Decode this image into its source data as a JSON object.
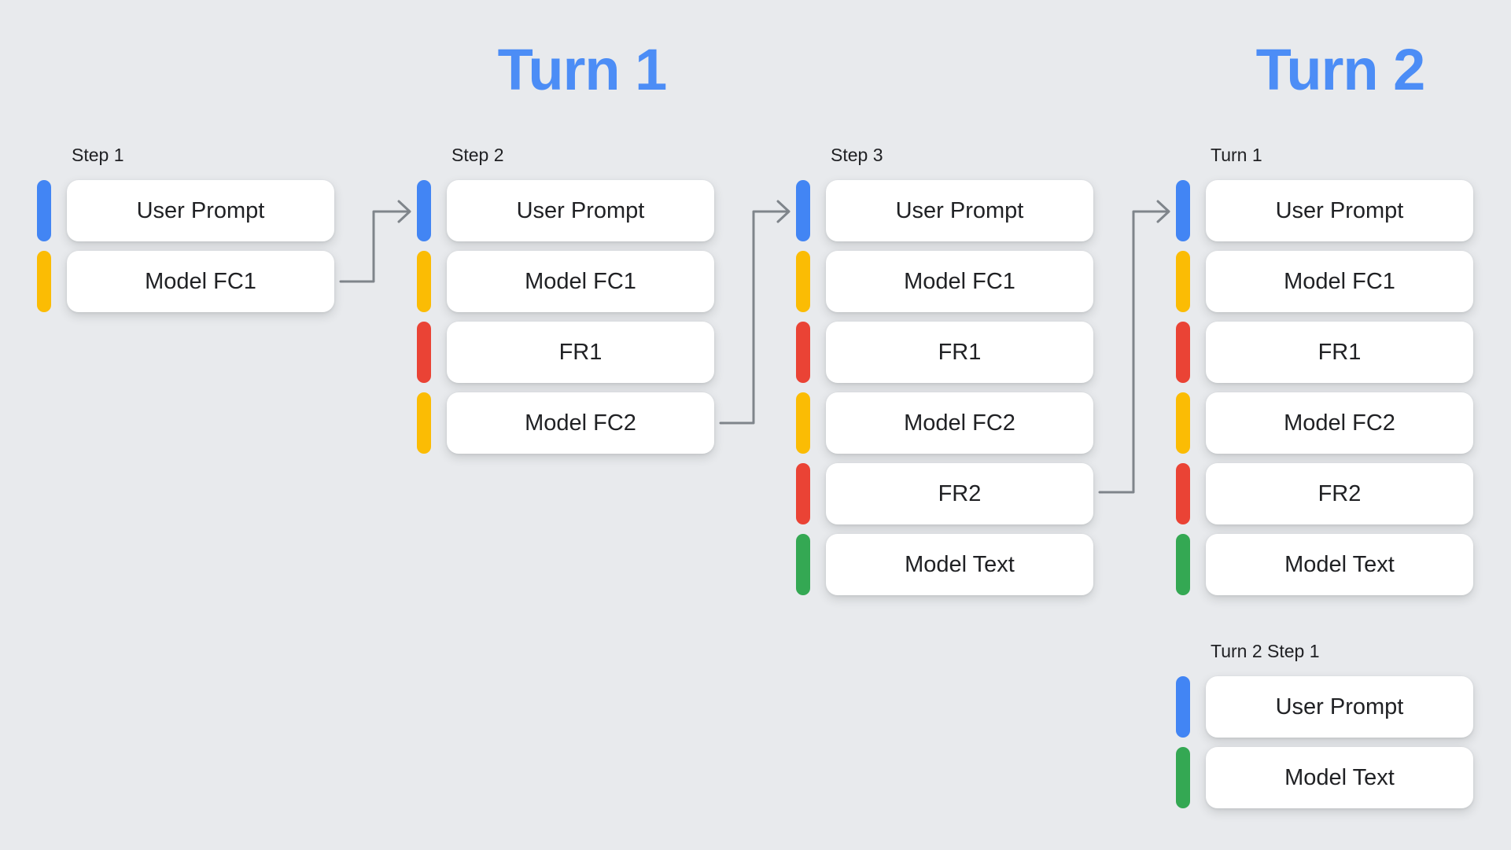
{
  "palette": {
    "background": "#E8EAED",
    "header_blue": "#4C8DF6",
    "blue": "#4285F4",
    "yellow": "#FBBC04",
    "red": "#EA4335",
    "green": "#34A853",
    "arrow_gray": "#7F858B",
    "box_bg": "#FFFFFF",
    "text": "#202124"
  },
  "headers": [
    "Turn 1",
    "Turn 2"
  ],
  "columns": [
    {
      "label": "Step 1",
      "items": [
        {
          "text": "User Prompt",
          "color": "blue"
        },
        {
          "text": "Model FC1",
          "color": "yellow"
        }
      ]
    },
    {
      "label": "Step 2",
      "items": [
        {
          "text": "User Prompt",
          "color": "blue"
        },
        {
          "text": "Model FC1",
          "color": "yellow"
        },
        {
          "text": "FR1",
          "color": "red"
        },
        {
          "text": "Model FC2",
          "color": "yellow"
        }
      ]
    },
    {
      "label": "Step 3",
      "items": [
        {
          "text": "User Prompt",
          "color": "blue"
        },
        {
          "text": "Model FC1",
          "color": "yellow"
        },
        {
          "text": "FR1",
          "color": "red"
        },
        {
          "text": "Model FC2",
          "color": "yellow"
        },
        {
          "text": "FR2",
          "color": "red"
        },
        {
          "text": "Model Text",
          "color": "green"
        }
      ]
    },
    {
      "label": "Turn 1",
      "items": [
        {
          "text": "User Prompt",
          "color": "blue"
        },
        {
          "text": "Model FC1",
          "color": "yellow"
        },
        {
          "text": "FR1",
          "color": "red"
        },
        {
          "text": "Model FC2",
          "color": "yellow"
        },
        {
          "text": "FR2",
          "color": "red"
        },
        {
          "text": "Model Text",
          "color": "green"
        }
      ]
    },
    {
      "label": "Turn 2 Step 1",
      "items": [
        {
          "text": "User Prompt",
          "color": "blue"
        },
        {
          "text": "Model Text",
          "color": "green"
        }
      ]
    }
  ],
  "arrows": [
    {
      "from": "Step 1 Model FC1",
      "to": "Step 2 User Prompt"
    },
    {
      "from": "Step 2 Model FC2",
      "to": "Step 3 User Prompt"
    },
    {
      "from": "Step 3 FR2",
      "to": "Turn 1 User Prompt"
    }
  ]
}
